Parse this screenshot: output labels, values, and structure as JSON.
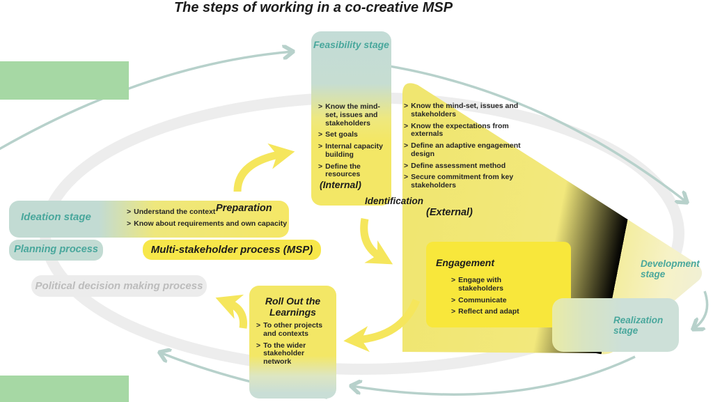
{
  "title": "The steps of working in a co-creative MSP",
  "bullet_char": ">",
  "palette": {
    "green_bar": "#a6d8a4",
    "teal_fill": "#c2dbd3",
    "teal_text": "#49a79c",
    "teal_arrow": "#b7d1cb",
    "yellow_bright": "#f7e74a",
    "yellow_pale": "#f1e878",
    "yellow_arrow": "#f5e65c",
    "gray_ring": "#ededed",
    "gray_text": "#bcbcbc",
    "text_dark": "#1c1c1c"
  },
  "stages": {
    "ideation": "Ideation stage",
    "feasibility": "Feasibility stage",
    "development": "Development stage",
    "realization": "Realization stage"
  },
  "processes": {
    "planning": "Planning process",
    "political": "Political decision making process",
    "msp": "Multi-stakeholder process (MSP)"
  },
  "steps": {
    "preparation": {
      "title": "Preparation",
      "items": [
        "Understand the context",
        "Know about requirements and own capacity"
      ]
    },
    "feasibility_internal": {
      "note": "(Internal)",
      "items": [
        "Know the mind-set, issues and stakeholders",
        "Set goals",
        "Internal capacity building",
        "Define the resources"
      ]
    },
    "identification": {
      "title": "Identification",
      "note": "(External)",
      "items": [
        "Know the mind-set, issues and stakeholders",
        "Know the expectations from externals",
        "Define an adaptive engagement design",
        "Define assessment method",
        "Secure commitment from key stakeholders"
      ]
    },
    "engagement": {
      "title": "Engagement",
      "items": [
        "Engage with stakeholders",
        "Communicate",
        "Reflect and adapt"
      ]
    },
    "rollout": {
      "title": "Roll Out the Learnings",
      "items": [
        "To other projects and contexts",
        "To the wider stakeholder network"
      ]
    }
  }
}
